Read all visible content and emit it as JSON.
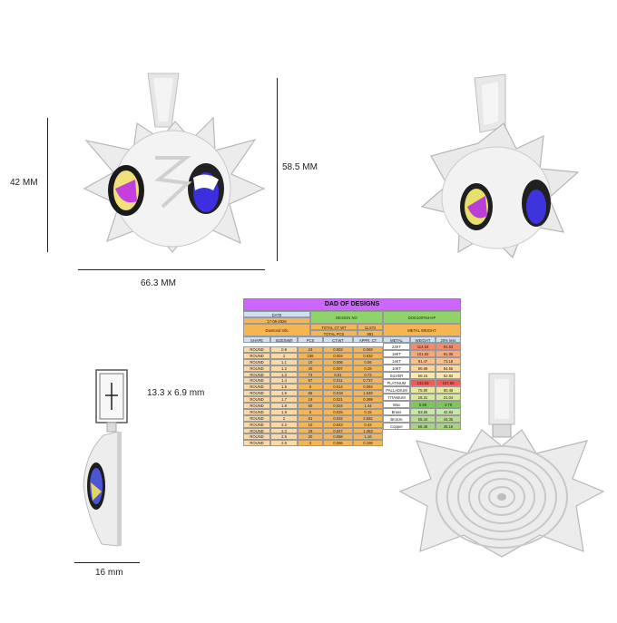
{
  "dimensions": {
    "height_front": "42 MM",
    "height_total": "58.5 MM",
    "width_front": "66.3 MM",
    "bail_size": "13.3 x 6.9 mm",
    "depth_side": "16 mm"
  },
  "spec_table": {
    "title": "DAD OF DESIGNS",
    "date_label": "DATE",
    "date_value": "17-06-2026",
    "design_no_label": "DESIGN NO",
    "design_no_value": "DOD100764-HP",
    "diamond_info_label": "Diamond Info",
    "total_ct_wt_label": "TOTAL CT WT",
    "total_ct_wt_value": "11.872",
    "total_pcs_label": "TOTAL PCS",
    "total_pcs_value": "891",
    "metal_weight_label": "METAL WEIGHT",
    "diamond_headers": [
      "SHAPE",
      "SIZE(MM)",
      "PCS",
      "CT.WT",
      "APPR. CT"
    ],
    "diamond_rows": [
      [
        "ROUND",
        "0.9",
        "23",
        "0.003",
        "0.069"
      ],
      [
        "ROUND",
        "1",
        "158",
        "0.004",
        "0.632"
      ],
      [
        "ROUND",
        "1.1",
        "10",
        "0.006",
        "0.06"
      ],
      [
        "ROUND",
        "1.2",
        "40",
        "0.007",
        "0.28"
      ],
      [
        "ROUND",
        "1.3",
        "73",
        "0.01",
        "0.73"
      ],
      [
        "ROUND",
        "1.4",
        "67",
        "0.011",
        "0.737"
      ],
      [
        "ROUND",
        "1.5",
        "6",
        "0.014",
        "0.084"
      ],
      [
        "ROUND",
        "1.6",
        "86",
        "0.018",
        "1.548"
      ],
      [
        "ROUND",
        "1.7",
        "19",
        "0.021",
        "0.399"
      ],
      [
        "ROUND",
        "1.8",
        "60",
        "0.024",
        "1.44"
      ],
      [
        "ROUND",
        "1.9",
        "6",
        "0.025",
        "0.15"
      ],
      [
        "ROUND",
        "2",
        "81",
        "0.032",
        "2.592"
      ],
      [
        "ROUND",
        "2.2",
        "10",
        "0.043",
        "0.43"
      ],
      [
        "ROUND",
        "2.3",
        "29",
        "0.047",
        "1.363"
      ],
      [
        "ROUND",
        "2.5",
        "20",
        "0.058",
        "1.16"
      ],
      [
        "ROUND",
        "2.6",
        "2",
        "0.066",
        "0.198"
      ]
    ],
    "metal_headers": [
      "METAL",
      "WEIGHT",
      "20% less"
    ],
    "metal_rows": [
      [
        "22KT",
        "114.53",
        "91.63"
      ],
      [
        "18KT",
        "101.82",
        "81.06"
      ],
      [
        "14KT",
        "91.47",
        "73.18"
      ],
      [
        "10KT",
        "80.69",
        "64.55"
      ],
      [
        "SILVER",
        "66.15",
        "52.92"
      ],
      [
        "PLATINUM",
        "134.83",
        "107.86"
      ],
      [
        "PALLADIUM",
        "75.60",
        "60.48"
      ],
      [
        "TITANIUM",
        "26.31",
        "21.04"
      ],
      [
        "Wax",
        "5.99",
        "4.79"
      ],
      [
        "Brass",
        "53.55",
        "42.84"
      ],
      [
        "Bronze",
        "55.44",
        "44.35"
      ],
      [
        "Copper",
        "56.45",
        "45.16"
      ]
    ],
    "metal_colors": [
      "#f58b6b",
      "#f7a77a",
      "#f9c08c",
      "#fbd59a",
      "#fde7b1",
      "#f05a5a",
      "#e8e89a",
      "#d6e7a0",
      "#7ac85a",
      "#c8e6a8",
      "#b8dc92",
      "#a8d480"
    ]
  }
}
